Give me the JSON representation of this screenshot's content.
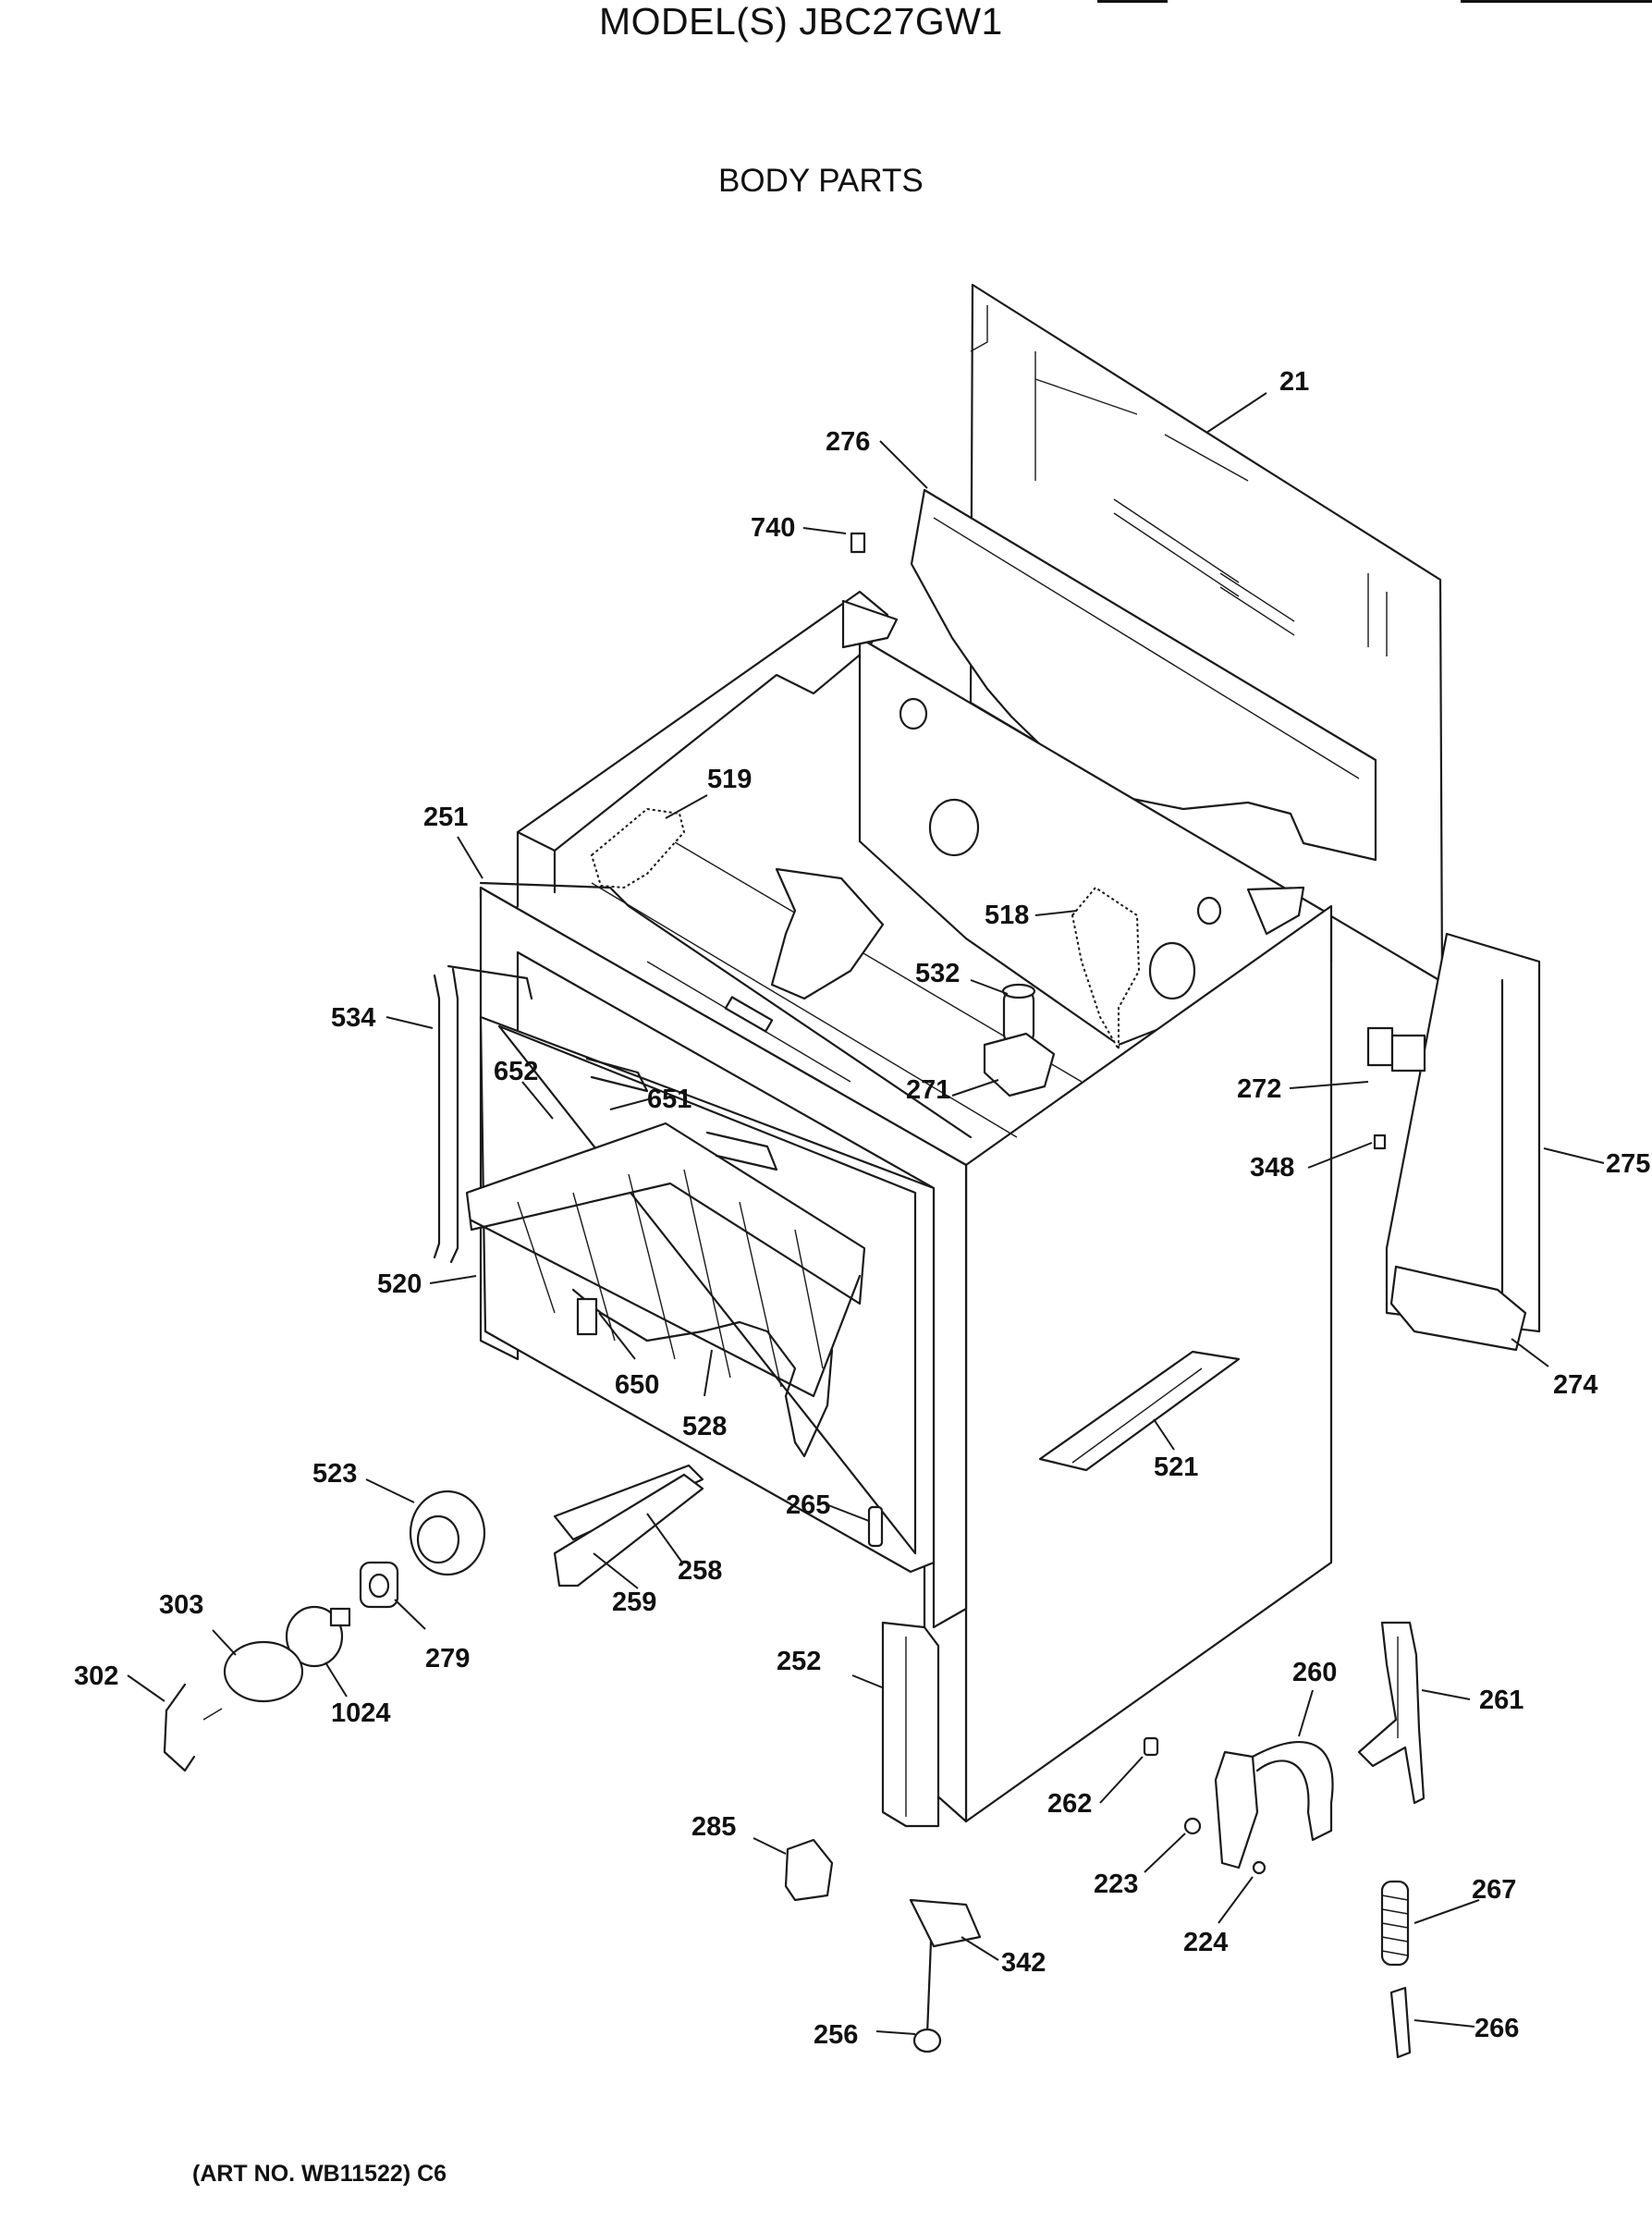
{
  "header": {
    "title": "MODEL(S) JBC27GW1",
    "subtitle": "BODY PARTS"
  },
  "footer": {
    "art_number": "(ART NO. WB11522) C6"
  },
  "callouts": [
    {
      "id": "c21",
      "label": "21",
      "part": "top-back-panel"
    },
    {
      "id": "c276",
      "label": "276",
      "part": "back-splash-trim"
    },
    {
      "id": "c740",
      "label": "740",
      "part": "clip"
    },
    {
      "id": "c519",
      "label": "519",
      "part": "insulation-top"
    },
    {
      "id": "c251",
      "label": "251",
      "part": "front-frame"
    },
    {
      "id": "c518",
      "label": "518",
      "part": "insulation-side"
    },
    {
      "id": "c532",
      "label": "532",
      "part": "vent-tube"
    },
    {
      "id": "c534",
      "label": "534",
      "part": "door-gasket"
    },
    {
      "id": "c652",
      "label": "652",
      "part": "rack-support"
    },
    {
      "id": "c651",
      "label": "651",
      "part": "broil-element"
    },
    {
      "id": "c271",
      "label": "271",
      "part": "vent-bracket"
    },
    {
      "id": "c272",
      "label": "272",
      "part": "terminal-block"
    },
    {
      "id": "c348",
      "label": "348",
      "part": "grommet"
    },
    {
      "id": "c275",
      "label": "275",
      "part": "back-wire-cover"
    },
    {
      "id": "c520",
      "label": "520",
      "part": "oven-liner"
    },
    {
      "id": "c274",
      "label": "274",
      "part": "lower-back-bracket"
    },
    {
      "id": "c650",
      "label": "650",
      "part": "bake-element"
    },
    {
      "id": "c528",
      "label": "528",
      "part": "oven-rack"
    },
    {
      "id": "c521",
      "label": "521",
      "part": "side-panel-insulation"
    },
    {
      "id": "c523",
      "label": "523",
      "part": "light-receptacle-housing"
    },
    {
      "id": "c265",
      "label": "265",
      "part": "door-switch"
    },
    {
      "id": "c259",
      "label": "259",
      "part": "drawer-slide"
    },
    {
      "id": "c258",
      "label": "258",
      "part": "drawer-rail"
    },
    {
      "id": "c303",
      "label": "303",
      "part": "light-lens"
    },
    {
      "id": "c279",
      "label": "279",
      "part": "lamp-socket"
    },
    {
      "id": "c302",
      "label": "302",
      "part": "lens-wire-clip"
    },
    {
      "id": "c1024",
      "label": "1024",
      "part": "light-bulb"
    },
    {
      "id": "c252",
      "label": "252",
      "part": "front-leg-bracket"
    },
    {
      "id": "c260",
      "label": "260",
      "part": "hinge-arm"
    },
    {
      "id": "c261",
      "label": "261",
      "part": "hinge-receptacle"
    },
    {
      "id": "c262",
      "label": "262",
      "part": "hinge-pin"
    },
    {
      "id": "c285",
      "label": "285",
      "part": "switch-housing"
    },
    {
      "id": "c223",
      "label": "223",
      "part": "screw"
    },
    {
      "id": "c224",
      "label": "224",
      "part": "washer"
    },
    {
      "id": "c267",
      "label": "267",
      "part": "hinge-spring"
    },
    {
      "id": "c342",
      "label": "342",
      "part": "leveling-bracket"
    },
    {
      "id": "c256",
      "label": "256",
      "part": "leveling-leg"
    },
    {
      "id": "c266",
      "label": "266",
      "part": "spring-link"
    }
  ]
}
